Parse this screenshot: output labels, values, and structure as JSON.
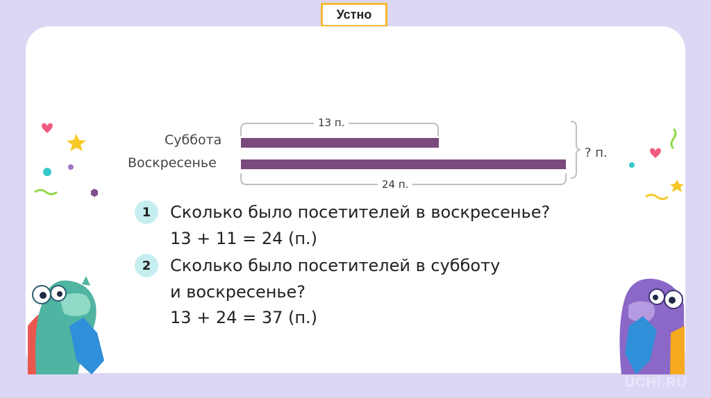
{
  "header": {
    "badge": "Устно"
  },
  "diagram": {
    "row1_label": "Суббота",
    "row2_label": "Воскресенье",
    "top_brace_label": "13 п.",
    "bottom_brace_label": "24 п.",
    "right_brace_label": "? п."
  },
  "questions": [
    {
      "number": "1",
      "text": "Сколько было посетителей в воскресенье?",
      "answer": "13 + 11 = 24 (п.)"
    },
    {
      "number": "2",
      "text_line1": "Сколько было посетителей в субботу",
      "text_line2": "и воскресенье?",
      "answer": "13 + 24 = 37 (п.)"
    }
  ],
  "footer": {
    "watermark": "UCHi.RU"
  },
  "colors": {
    "background": "#dcd7f5",
    "bar": "#7a4a7c",
    "badge_border": "#f5b92f",
    "number_badge": "#c6eef0"
  }
}
